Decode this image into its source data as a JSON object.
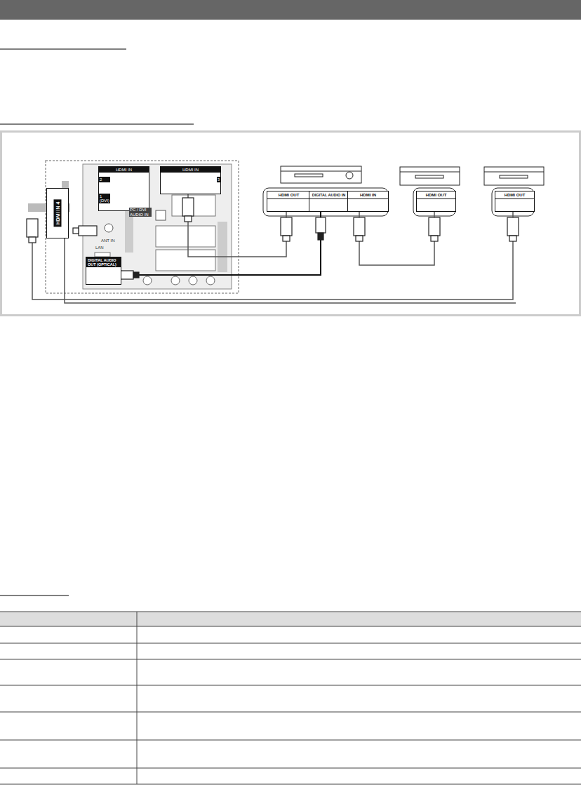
{
  "diagram": {
    "nodes": [
      {
        "text": [
          "HDMI IN 4"
        ]
      },
      {
        "text": [
          "HDMI IN",
          "2",
          "1 (DVI)"
        ]
      },
      {
        "text": [
          "HDMI IN",
          "3"
        ]
      },
      {
        "text": [
          "DIGITAL AUDIO OUT (OPTICAL)"
        ]
      },
      {
        "text": [
          "HDMI OUT"
        ]
      },
      {
        "text": [
          "DIGITAL AUDIO IN"
        ]
      },
      {
        "text": [
          "HDMI IN"
        ]
      },
      {
        "text": [
          "HDMI OUT"
        ]
      },
      {
        "text": [
          "HDMI OUT"
        ]
      }
    ],
    "edges": [
      {
        "from": 2,
        "to": 4,
        "arrow": "none"
      },
      {
        "from": 3,
        "to": 5,
        "arrow": "none"
      },
      {
        "from": 7,
        "to": 6,
        "arrow": "none"
      },
      {
        "from": 8,
        "to": 0,
        "arrow": "none"
      }
    ],
    "labels": [
      "ANT IN",
      "PC / DVI AUDIO IN",
      "LAN"
    ]
  }
}
